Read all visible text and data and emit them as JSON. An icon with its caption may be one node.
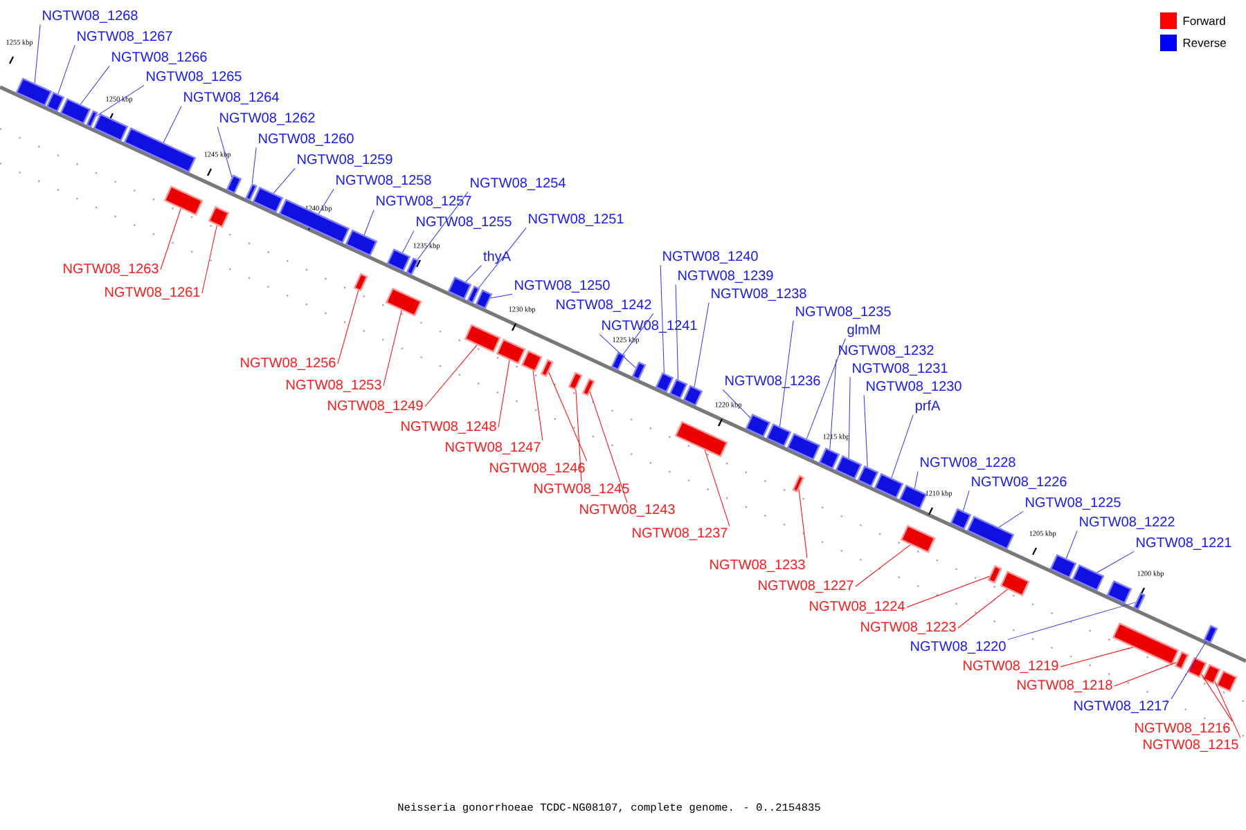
{
  "diagram": {
    "caption": "Neisseria gonorrhoeae TCDC-NG08107, complete genome. - 0..2154835",
    "nodes": [
      {
        "text": [
          "NGTW08_1268"
        ]
      },
      {
        "text": [
          "NGTW08_1267"
        ]
      },
      {
        "text": [
          "NGTW08_1266"
        ]
      },
      {
        "text": [
          "NGTW08_1265"
        ]
      },
      {
        "text": [
          "NGTW08_1264"
        ]
      },
      {
        "text": [
          "NGTW08_1262"
        ]
      },
      {
        "text": [
          "NGTW08_1260"
        ]
      },
      {
        "text": [
          "NGTW08_1259"
        ]
      },
      {
        "text": [
          "NGTW08_1258"
        ]
      },
      {
        "text": [
          "NGTW08_1257"
        ]
      },
      {
        "text": [
          "NGTW08_1255"
        ]
      },
      {
        "text": [
          "NGTW08_1254"
        ]
      },
      {
        "text": [
          "NGTW08_1251"
        ]
      },
      {
        "text": [
          "thyA"
        ]
      },
      {
        "text": [
          "NGTW08_1250"
        ]
      },
      {
        "text": [
          "NGTW08_1242"
        ]
      },
      {
        "text": [
          "NGTW08_1241"
        ]
      },
      {
        "text": [
          "NGTW08_1240"
        ]
      },
      {
        "text": [
          "NGTW08_1239"
        ]
      },
      {
        "text": [
          "NGTW08_1238"
        ]
      },
      {
        "text": [
          "NGTW08_1236"
        ]
      },
      {
        "text": [
          "NGTW08_1235"
        ]
      },
      {
        "text": [
          "glmM"
        ]
      },
      {
        "text": [
          "NGTW08_1232"
        ]
      },
      {
        "text": [
          "NGTW08_1231"
        ]
      },
      {
        "text": [
          "NGTW08_1230"
        ]
      },
      {
        "text": [
          "prfA"
        ]
      },
      {
        "text": [
          "NGTW08_1228"
        ]
      },
      {
        "text": [
          "NGTW08_1226"
        ]
      },
      {
        "text": [
          "NGTW08_1225"
        ]
      },
      {
        "text": [
          "NGTW08_1222"
        ]
      },
      {
        "text": [
          "NGTW08_1221"
        ]
      },
      {
        "text": [
          "NGTW08_1220"
        ]
      },
      {
        "text": [
          "NGTW08_1217"
        ]
      },
      {
        "text": [
          "NGTW08_1263"
        ]
      },
      {
        "text": [
          "NGTW08_1261"
        ]
      },
      {
        "text": [
          "NGTW08_1256"
        ]
      },
      {
        "text": [
          "NGTW08_1253"
        ]
      },
      {
        "text": [
          "NGTW08_1249"
        ]
      },
      {
        "text": [
          "NGTW08_1248"
        ]
      },
      {
        "text": [
          "NGTW08_1247"
        ]
      },
      {
        "text": [
          "NGTW08_1246"
        ]
      },
      {
        "text": [
          "NGTW08_1245"
        ]
      },
      {
        "text": [
          "NGTW08_1243"
        ]
      },
      {
        "text": [
          "NGTW08_1237"
        ]
      },
      {
        "text": [
          "NGTW08_1233"
        ]
      },
      {
        "text": [
          "NGTW08_1227"
        ]
      },
      {
        "text": [
          "NGTW08_1224"
        ]
      },
      {
        "text": [
          "NGTW08_1223"
        ]
      },
      {
        "text": [
          "NGTW08_1219"
        ]
      },
      {
        "text": [
          "NGTW08_1218"
        ]
      },
      {
        "text": [
          "NGTW08_1216"
        ]
      },
      {
        "text": [
          "NGTW08_1215"
        ]
      },
      {
        "text": [],
        "shape": "box"
      },
      {
        "text": [],
        "shape": "box"
      },
      {
        "text": [],
        "shape": "box"
      },
      {
        "text": [],
        "shape": "box"
      },
      {
        "text": [],
        "shape": "box"
      },
      {
        "text": [],
        "shape": "box"
      },
      {
        "text": [],
        "shape": "box"
      },
      {
        "text": [],
        "shape": "box"
      },
      {
        "text": [],
        "shape": "box"
      },
      {
        "text": [],
        "shape": "box"
      },
      {
        "text": [],
        "shape": "box"
      },
      {
        "text": [],
        "shape": "box"
      },
      {
        "text": [],
        "shape": "box"
      },
      {
        "text": [],
        "shape": "box"
      },
      {
        "text": [],
        "shape": "box"
      },
      {
        "text": [],
        "shape": "box"
      },
      {
        "text": [],
        "shape": "box"
      },
      {
        "text": [],
        "shape": "box"
      },
      {
        "text": [],
        "shape": "box"
      },
      {
        "text": [],
        "shape": "box"
      },
      {
        "text": [],
        "shape": "box"
      },
      {
        "text": [],
        "shape": "box"
      },
      {
        "text": [],
        "shape": "box"
      },
      {
        "text": [],
        "shape": "box"
      },
      {
        "text": [],
        "shape": "box"
      },
      {
        "text": [],
        "shape": "box"
      },
      {
        "text": [],
        "shape": "box"
      },
      {
        "text": [],
        "shape": "box"
      },
      {
        "text": [],
        "shape": "box"
      },
      {
        "text": [],
        "shape": "box"
      },
      {
        "text": [],
        "shape": "box"
      },
      {
        "text": [],
        "shape": "box"
      },
      {
        "text": [],
        "shape": "box"
      },
      {
        "text": [],
        "shape": "box"
      },
      {
        "text": [],
        "shape": "box"
      },
      {
        "text": [],
        "shape": "box"
      },
      {
        "text": [],
        "shape": "box"
      },
      {
        "text": [],
        "shape": "box"
      },
      {
        "text": [],
        "shape": "box"
      },
      {
        "text": [],
        "shape": "box"
      },
      {
        "text": [],
        "shape": "box"
      },
      {
        "text": [],
        "shape": "box"
      },
      {
        "text": [],
        "shape": "box"
      },
      {
        "text": [],
        "shape": "box"
      },
      {
        "text": [],
        "shape": "box"
      },
      {
        "text": [],
        "shape": "box"
      },
      {
        "text": [],
        "shape": "box"
      },
      {
        "text": [],
        "shape": "box"
      },
      {
        "text": [],
        "shape": "box"
      },
      {
        "text": [],
        "shape": "box"
      },
      {
        "text": [],
        "shape": "box"
      },
      {
        "text": [],
        "shape": "box"
      },
      {
        "text": [],
        "shape": "box"
      },
      {
        "text": [],
        "shape": "box"
      },
      {
        "text": [],
        "shape": "box"
      },
      {
        "text": [],
        "shape": "box"
      }
    ],
    "edges": [
      {
        "from": 0,
        "to": 53,
        "arrow": "none"
      },
      {
        "from": 1,
        "to": 54,
        "arrow": "none"
      },
      {
        "from": 2,
        "to": 55,
        "arrow": "none"
      },
      {
        "from": 3,
        "to": 56,
        "arrow": "none"
      },
      {
        "from": 4,
        "to": 58,
        "arrow": "none"
      },
      {
        "from": 5,
        "to": 61,
        "arrow": "none"
      },
      {
        "from": 6,
        "to": 62,
        "arrow": "none"
      },
      {
        "from": 7,
        "to": 63,
        "arrow": "none"
      },
      {
        "from": 8,
        "to": 64,
        "arrow": "none"
      },
      {
        "from": 9,
        "to": 65,
        "arrow": "none"
      },
      {
        "from": 10,
        "to": 67,
        "arrow": "none"
      },
      {
        "from": 11,
        "to": 69,
        "arrow": "none"
      },
      {
        "from": 12,
        "to": 71,
        "arrow": "none"
      },
      {
        "from": 13,
        "to": 70,
        "arrow": "none"
      },
      {
        "from": 14,
        "to": 72,
        "arrow": "none"
      },
      {
        "from": 15,
        "to": 79,
        "arrow": "none"
      },
      {
        "from": 16,
        "to": 80,
        "arrow": "none"
      },
      {
        "from": 17,
        "to": 81,
        "arrow": "none"
      },
      {
        "from": 18,
        "to": 82,
        "arrow": "none"
      },
      {
        "from": 19,
        "to": 83,
        "arrow": "none"
      },
      {
        "from": 20,
        "to": 85,
        "arrow": "none"
      },
      {
        "from": 21,
        "to": 86,
        "arrow": "none"
      },
      {
        "from": 22,
        "to": 87,
        "arrow": "none"
      },
      {
        "from": 23,
        "to": 89,
        "arrow": "none"
      },
      {
        "from": 24,
        "to": 90,
        "arrow": "none"
      },
      {
        "from": 25,
        "to": 91,
        "arrow": "none"
      },
      {
        "from": 26,
        "to": 92,
        "arrow": "none"
      },
      {
        "from": 27,
        "to": 93,
        "arrow": "none"
      },
      {
        "from": 28,
        "to": 95,
        "arrow": "none"
      },
      {
        "from": 29,
        "to": 96,
        "arrow": "none"
      },
      {
        "from": 30,
        "to": 99,
        "arrow": "none"
      },
      {
        "from": 31,
        "to": 100,
        "arrow": "none"
      },
      {
        "from": 32,
        "to": 103,
        "arrow": "none"
      },
      {
        "from": 33,
        "to": 106,
        "arrow": "none"
      },
      {
        "from": 34,
        "to": 59,
        "arrow": "none",
        "color": "#ff0000"
      },
      {
        "from": 35,
        "to": 60,
        "arrow": "none",
        "color": "#ff0000"
      },
      {
        "from": 36,
        "to": 66,
        "arrow": "none",
        "color": "#ff0000"
      },
      {
        "from": 37,
        "to": 68,
        "arrow": "none",
        "color": "#ff0000"
      },
      {
        "from": 38,
        "to": 73,
        "arrow": "none",
        "color": "#ff0000"
      },
      {
        "from": 39,
        "to": 74,
        "arrow": "none",
        "color": "#ff0000"
      },
      {
        "from": 40,
        "to": 75,
        "arrow": "none",
        "color": "#ff0000"
      },
      {
        "from": 41,
        "to": 76,
        "arrow": "none",
        "color": "#ff0000"
      },
      {
        "from": 42,
        "to": 77,
        "arrow": "none",
        "color": "#ff0000"
      },
      {
        "from": 43,
        "to": 78,
        "arrow": "none",
        "color": "#ff0000"
      },
      {
        "from": 44,
        "to": 84,
        "arrow": "none",
        "color": "#ff0000"
      },
      {
        "from": 45,
        "to": 88,
        "arrow": "none",
        "color": "#ff0000"
      },
      {
        "from": 46,
        "to": 94,
        "arrow": "none",
        "color": "#ff0000"
      },
      {
        "from": 47,
        "to": 97,
        "arrow": "none",
        "color": "#ff0000"
      },
      {
        "from": 48,
        "to": 98,
        "arrow": "none",
        "color": "#ff0000"
      },
      {
        "from": 49,
        "to": 102,
        "arrow": "none",
        "color": "#ff0000"
      },
      {
        "from": 50,
        "to": 104,
        "arrow": "none",
        "color": "#ff0000"
      },
      {
        "from": 51,
        "to": 105,
        "arrow": "none",
        "color": "#ff0000"
      },
      {
        "from": 52,
        "to": 107,
        "arrow": "none",
        "color": "#ff0000"
      }
    ],
    "labels": [
      "1255 kbp",
      "1250 kbp",
      "1245 kbp",
      "1240 kbp",
      "1235 kbp",
      "1230 kbp",
      "1225 kbp",
      "1220 kbp",
      "1215 kbp",
      "1210 kbp",
      "1205 kbp",
      "1200 kbp"
    ],
    "legend": [
      {
        "text": "Forward",
        "color": "#ff0000"
      },
      {
        "text": "Reverse",
        "color": "#0000ff"
      }
    ]
  }
}
